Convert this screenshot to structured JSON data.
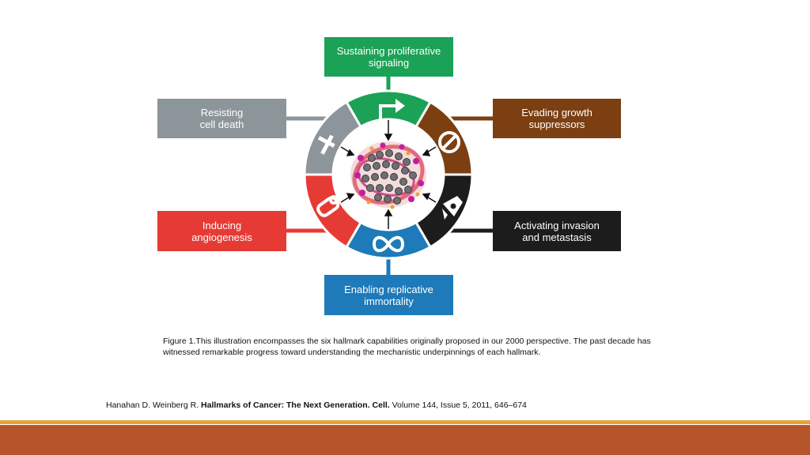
{
  "hallmarks": {
    "sustaining": {
      "line1": "Sustaining proliferative",
      "line2": "signaling",
      "color": "#1ba256"
    },
    "evading": {
      "line1": "Evading growth",
      "line2": "suppressors",
      "color": "#7b3f12"
    },
    "invasion": {
      "line1": "Activating invasion",
      "line2": "and metastasis",
      "color": "#1c1c1c"
    },
    "immortality": {
      "line1": "Enabling replicative",
      "line2": "immortality",
      "color": "#1e7ab8"
    },
    "angiogenesis": {
      "line1": "Inducing",
      "line2": "angiogenesis",
      "color": "#e63b35"
    },
    "resisting": {
      "line1": "Resisting",
      "line2": "cell death",
      "color": "#8c9599"
    }
  },
  "caption": "Figure 1.This illustration encompasses the six hallmark capabilities originally proposed in our 2000 perspective. The past decade has witnessed remarkable progress toward understanding the mechanistic underpinnings of each hallmark.",
  "citation": {
    "authors": "Hanahan D. Weinberg R. ",
    "title": "Hallmarks of Cancer: The Next Generation. Cell.",
    "details": " Volume 144, Issue 5, 2011, 646–674"
  },
  "footer": {
    "thin_color": "#e8a13a",
    "band_color": "#b7552a"
  }
}
